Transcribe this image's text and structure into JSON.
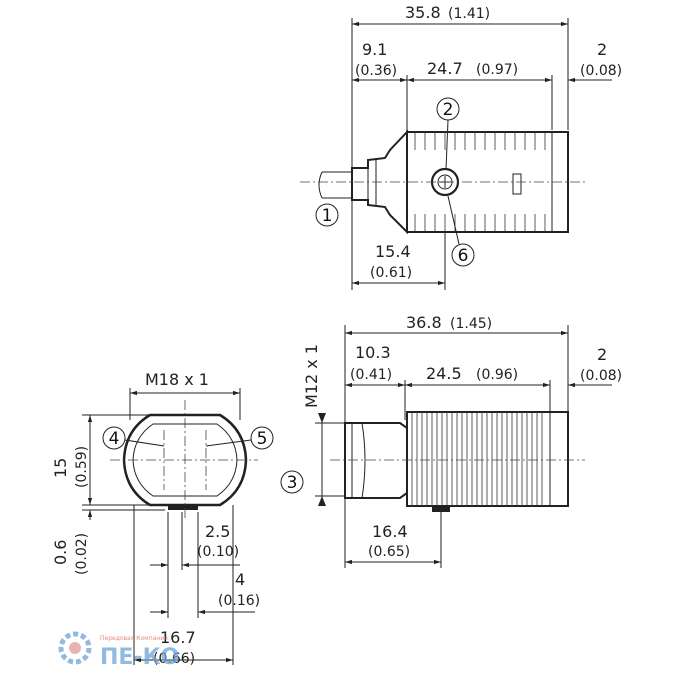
{
  "top_view": {
    "overall_length": "35.8",
    "overall_length_in": "(1.41)",
    "connector_length": "9.1",
    "connector_length_in": "(0.36)",
    "body_length": "24.7",
    "body_length_in": "(0.97)",
    "end_length": "2",
    "end_length_in": "(0.08)",
    "optical_axis_offset": "15.4",
    "optical_axis_offset_in": "(0.61)"
  },
  "side_view": {
    "overall_length": "36.8",
    "overall_length_in": "(1.45)",
    "connector_length": "10.3",
    "connector_length_in": "(0.41)",
    "body_length": "24.5",
    "body_length_in": "(0.96)",
    "end_length": "2",
    "end_length_in": "(0.08)",
    "connector_thread": "M12 x 1",
    "optical_axis_offset": "16.4",
    "optical_axis_offset_in": "(0.65)"
  },
  "front_view": {
    "thread": "M18 x 1",
    "height": "15",
    "height_in": "(0.59)",
    "offset": "0.6",
    "offset_in": "(0.02)",
    "lens_offset": "2.5",
    "lens_offset_in": "(0.10)",
    "lens_spacing": "4",
    "lens_spacing_in": "(0.16)",
    "width": "16.7",
    "width_in": "(0.66)"
  },
  "callouts": {
    "c1": "1",
    "c2": "2",
    "c3": "3",
    "c4": "4",
    "c5": "5",
    "c6": "6"
  },
  "logo": {
    "name": "ПЕ-КО",
    "tagline": "Передовая Компания"
  }
}
